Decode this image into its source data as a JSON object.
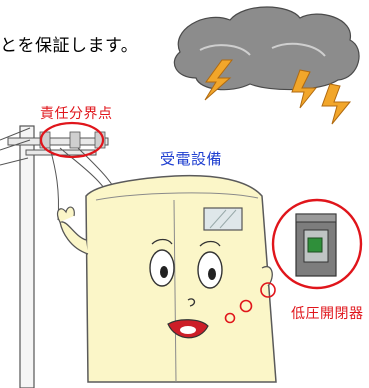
{
  "caption": {
    "text": "とを保証します。"
  },
  "labels": {
    "responsibility_point": "責任分界点",
    "receiving_facility": "受電設備",
    "low_voltage_switch": "低圧開閉器"
  },
  "colors": {
    "highlight_red": "#e0151b",
    "label_blue": "#1f3fd0",
    "cabinet_fill": "#fbf6c8",
    "cloud_fill": "#8c8c8c",
    "lightning_fill": "#f2a62a"
  },
  "icons": [
    "storm-cloud-icon",
    "lightning-bolt-icon",
    "utility-pole-icon",
    "cabinet-mascot-icon",
    "switch-box-icon"
  ]
}
